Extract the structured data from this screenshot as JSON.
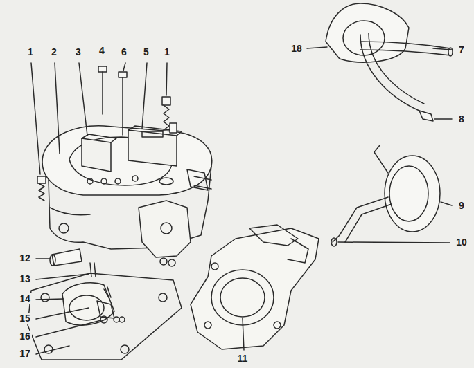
{
  "diagram": {
    "labels": [
      "1",
      "2",
      "3",
      "4",
      "6",
      "5",
      "1",
      "18",
      "7",
      "8",
      "9",
      "10",
      "12",
      "13",
      "14",
      "15",
      "16",
      "17",
      "11"
    ]
  }
}
